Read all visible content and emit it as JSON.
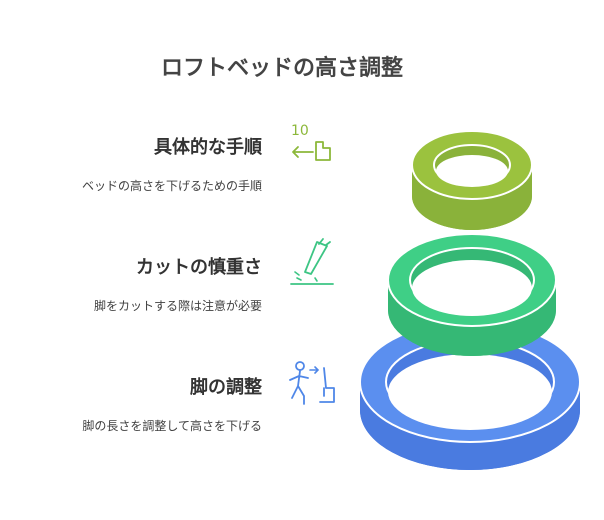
{
  "title": "ロフトベッドの高さ調整",
  "steps": [
    {
      "heading": "具体的な手順",
      "description": "ベッドの高さを下げるための手順",
      "icon": "stairs-down-10-icon",
      "color": "#8cb83a"
    },
    {
      "heading": "カットの慎重さ",
      "description": "脚をカットする際は注意が必要",
      "icon": "knife-cutting-icon",
      "color": "#3dc584"
    },
    {
      "heading": "脚の調整",
      "description": "脚の長さを調整して高さを下げる",
      "icon": "person-adjusting-seat-icon",
      "color": "#4f87e8"
    }
  ],
  "icon_text": {
    "steps_number": "10"
  },
  "colors": {
    "green_top": "#9bc23e",
    "green_side": "#8ab23a",
    "teal_top": "#3fcf86",
    "teal_side": "#35b875",
    "blue_top": "#5b8fef",
    "blue_side": "#4a7be0"
  }
}
